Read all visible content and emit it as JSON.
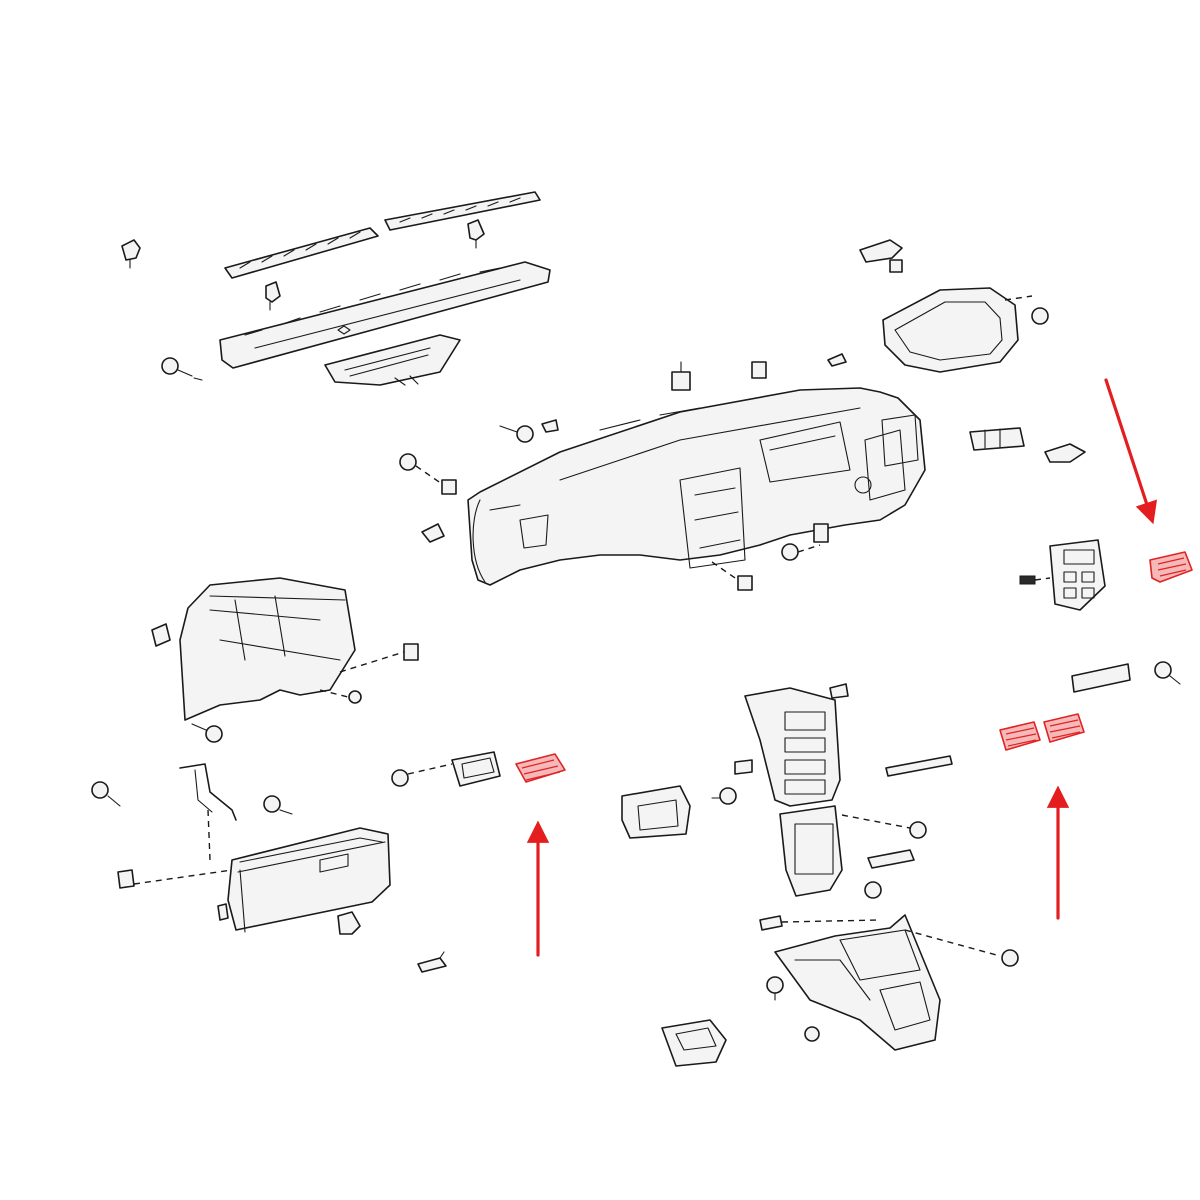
{
  "diagram": {
    "highlight_color": "#e41e1e",
    "line_color": "#1a1a1a",
    "highlighted_parts": [
      {
        "name": "glovebox-air-vent"
      },
      {
        "name": "right-side-air-vent"
      },
      {
        "name": "center-console-air-vent-left"
      },
      {
        "name": "center-console-air-vent-right"
      }
    ],
    "arrows": [
      {
        "points_to": "glovebox-air-vent",
        "direction": "up"
      },
      {
        "points_to": "right-side-air-vent",
        "direction": "down"
      },
      {
        "points_to": "center-console-air-vents",
        "direction": "up"
      }
    ]
  }
}
